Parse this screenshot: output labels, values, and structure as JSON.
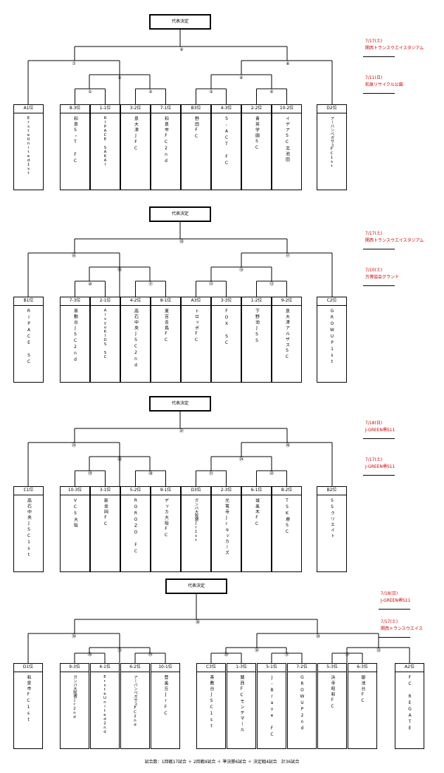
{
  "footer": "試合数：1回戦17試合 ＋ 2回戦9試合 ＋ 準決勝6試合 ＋ 決定戦4試合　計36試合",
  "blocks": [
    {
      "title": "代表決定",
      "final_label": "⑨",
      "semi_labels": [
        "⑦",
        "⑧"
      ],
      "qf_labels": [
        "⑤",
        "⑥"
      ],
      "r1_labels": [
        "①",
        "②",
        "③",
        "④"
      ],
      "teams": [
        {
          "rank": "A1位",
          "name": "ErsteUnited1st"
        },
        {
          "rank": "8-3位",
          "name": "和泉S・T FC"
        },
        {
          "rank": "1-1位",
          "name": "RIPACE SAKAI"
        },
        {
          "rank": "3-2位",
          "name": "泉大津JFC"
        },
        {
          "rank": "7-1位",
          "name": "和泉市FC2nd"
        },
        {
          "rank": "B3位",
          "name": "野田FC"
        },
        {
          "rank": "4-3位",
          "name": "S-ACT FC"
        },
        {
          "rank": "2-2位",
          "name": "青英学園SC"
        },
        {
          "rank": "10-2位",
          "name": "イデアSC北池田"
        },
        {
          "rank": "D2位",
          "name": "アーバンベガサスFC1st"
        }
      ],
      "dates": [
        {
          "date": "7/17(土)",
          "venue": "関西トランスウエイスタジアム"
        },
        {
          "date": "7/11(日)",
          "venue": "和泉リサイクル公園"
        }
      ]
    },
    {
      "title": "代表決定",
      "final_label": "⑱",
      "semi_labels": [
        "⑯",
        "⑰"
      ],
      "qf_labels": [
        "⑭",
        "⑮"
      ],
      "r1_labels": [
        "⑩",
        "⑪",
        "⑫",
        "⑬"
      ],
      "teams": [
        {
          "rank": "B1位",
          "name": "RIPACE SC"
        },
        {
          "rank": "7-3位",
          "name": "茶敷台JSC2nd"
        },
        {
          "rank": "2-1位",
          "name": "AisyuKIDS SC"
        },
        {
          "rank": "4-2位",
          "name": "高石中央JSC2nd"
        },
        {
          "rank": "8-1位",
          "name": "東百舌鳥FC"
        },
        {
          "rank": "A3位",
          "name": "トロッポFC"
        },
        {
          "rank": "3-3位",
          "name": "FOX SC"
        },
        {
          "rank": "1-2位",
          "name": "下野池JSS"
        },
        {
          "rank": "9-2位",
          "name": "泉大津アルザスSC"
        },
        {
          "rank": "C2位",
          "name": "GROWUP1st"
        }
      ],
      "dates": [
        {
          "date": "7/17(土)",
          "venue": "関西トランスウエイスタジアム"
        },
        {
          "date": "7/10(土)",
          "venue": "万博協会グランド"
        }
      ]
    },
    {
      "title": "代表決定",
      "final_label": "㉗",
      "semi_labels": [
        "㉕",
        "㉖"
      ],
      "qf_labels": [
        "㉓",
        "㉔"
      ],
      "r1_labels": [
        "⑲",
        "⑳",
        "㉑",
        "㉒"
      ],
      "teams": [
        {
          "rank": "C1位",
          "name": "高石中央JSC1st"
        },
        {
          "rank": "10-3位",
          "name": "VCS大阪"
        },
        {
          "rank": "3-1位",
          "name": "新金岡FC"
        },
        {
          "rank": "5-2位",
          "name": "ROROZO FC"
        },
        {
          "rank": "9-1位",
          "name": "デッカ大阪FC"
        },
        {
          "rank": "D3位",
          "name": "ガンバ大阪堺Jr1st"
        },
        {
          "rank": "2-3位",
          "name": "光竜寺Jrキッカーズ"
        },
        {
          "rank": "6-1位",
          "name": "城美木FC"
        },
        {
          "rank": "8-2位",
          "name": "TSK堺SC"
        },
        {
          "rank": "B2位",
          "name": "SSクリエイト"
        }
      ],
      "dates": [
        {
          "date": "7/18(日)",
          "venue": "J-GREEN堺S11"
        },
        {
          "date": "7/17(土)",
          "venue": "J-GREEN堺S11"
        }
      ]
    },
    {
      "title": "代表決定",
      "final_label": "㊱",
      "semi_labels": [
        "㉞",
        "㉟"
      ],
      "qf_labels": [
        "㉛",
        "㉜",
        "㉝"
      ],
      "r1_labels": [
        "㉘",
        "㉙",
        "㉚",
        "㉛",
        "㉜"
      ],
      "teams": [
        {
          "rank": "D1位",
          "name": "和泉市FC1st"
        },
        {
          "rank": "9-3位",
          "name": "ガンバ大阪堺Jr2nd"
        },
        {
          "rank": "4-1位",
          "name": "ErsteUnited2nd"
        },
        {
          "rank": "6-2位",
          "name": "アーバンベガサスFC2nd"
        },
        {
          "rank": "10-1位",
          "name": "登美丘JrFC"
        },
        {
          "rank": "C3位",
          "name": "茶敷台JSC1st"
        },
        {
          "rank": "1-3位",
          "name": "関西FCモンテマール"
        },
        {
          "rank": "5-1位",
          "name": "J-Brave FC"
        },
        {
          "rank": "7-2位",
          "name": "GROWUP2nd"
        },
        {
          "rank": "5-3位",
          "name": "浜寺昭和FC"
        },
        {
          "rank": "6-3位",
          "name": "御池台FC"
        },
        {
          "rank": "A2位",
          "name": "FC REGATE"
        }
      ],
      "dates": [
        {
          "date": "7/18(日)",
          "venue": "J-GREEN堺S11"
        },
        {
          "date": "7/17(土)",
          "venue": "関西トランスウエイス"
        }
      ]
    }
  ]
}
